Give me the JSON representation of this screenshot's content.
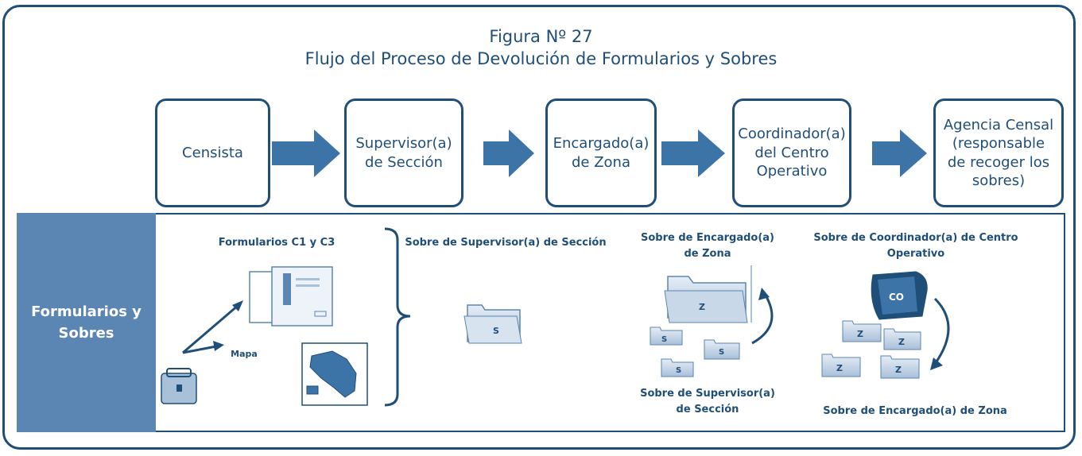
{
  "figure": {
    "number": "Figura Nº 27",
    "title": "Flujo del Proceso de Devolución de Formularios y Sobres"
  },
  "flow": [
    {
      "label": "Censista"
    },
    {
      "label": "Supervisor(a)\nde Sección"
    },
    {
      "label": "Encargado(a)\nde Zona"
    },
    {
      "label": "Coordinador(a)\ndel Centro\nOperativo"
    },
    {
      "label": "Agencia Censal\n(responsable\nde recoger los\nsobres)"
    }
  ],
  "panel": {
    "side_label": "Formularios y\nSobres",
    "formularios": "Formularios C1 y C3",
    "mapa": "Mapa",
    "sobre_supervisor": "Sobre de Supervisor(a) de Sección",
    "sobre_encargado_top": "Sobre de Encargado(a)\nde Zona",
    "sobre_supervisor_bottom": "Sobre de Supervisor(a)\nde Sección",
    "sobre_coordinador": "Sobre de Coordinador(a) de Centro\nOperativo",
    "sobre_encargado_bottom": "Sobre de Encargado(a) de Zona",
    "folder_s": "S",
    "folder_z": "Z",
    "folder_co": "CO"
  },
  "colors": {
    "dark_blue": "#1f4e79",
    "arrow_blue": "#3d74a8",
    "side_fill": "#5b86b3",
    "folder_light": "#c9d8e8"
  }
}
